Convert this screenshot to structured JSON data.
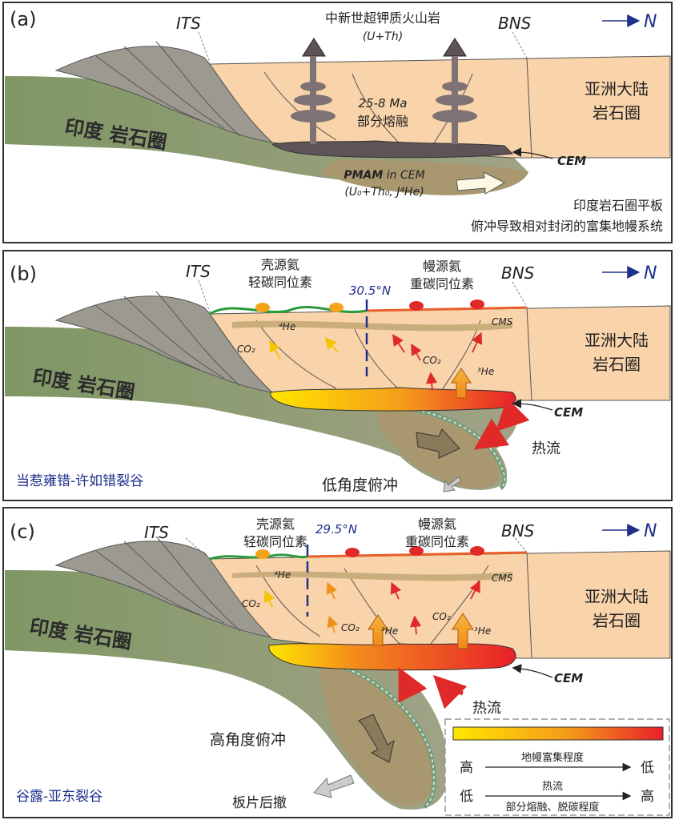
{
  "panels": [
    {
      "id": "a",
      "tag": "(a)",
      "its": "ITS",
      "bns": "BNS",
      "north": "N",
      "volcanic_title": "中新世超钾质火山岩",
      "volcanic_sub": "(U+Th)",
      "asia_1": "亚洲大陆",
      "asia_2": "岩石圈",
      "india": "印度 岩石圈",
      "melt_age": "25-8 Ma",
      "melt_label": "部分熔融",
      "cem": "CEM",
      "pmam_bold": "PMAM",
      "pmam_rest": " in CEM",
      "pmam_formula": "(U₀+Th₀, J⁴He)",
      "caption_1": "印度岩石圈平板",
      "caption_2": "俯冲导致相对封闭的富集地幔系统"
    },
    {
      "id": "b",
      "tag": "(b)",
      "its": "ITS",
      "bns": "BNS",
      "north": "N",
      "crust_1": "壳源氦",
      "crust_2": "轻碳同位素",
      "mantle_1": "幔源氦",
      "mantle_2": "重碳同位素",
      "latitude": "30.5°N",
      "he4": "⁴He",
      "he3": "³He",
      "co2_a": "CO₂",
      "co2_b": "CO₂",
      "cms": "CMS",
      "asia_1": "亚洲大陆",
      "asia_2": "岩石圈",
      "india": "印度 岩石圈",
      "cem": "CEM",
      "heat": "热流",
      "rift": "当惹雍错-许如错裂谷",
      "subduction": "低角度俯冲"
    },
    {
      "id": "c",
      "tag": "(c)",
      "its": "ITS",
      "bns": "BNS",
      "north": "N",
      "crust_1": "壳源氦",
      "crust_2": "轻碳同位素",
      "mantle_1": "幔源氦",
      "mantle_2": "重碳同位素",
      "latitude": "29.5°N",
      "he4": "⁴He",
      "he3_a": "³He",
      "he3_b": "³He",
      "co2_a": "CO₂",
      "co2_b": "CO₂",
      "co2_c": "CO₂",
      "cms": "CMS",
      "asia_1": "亚洲大陆",
      "asia_2": "岩石圈",
      "india": "印度 岩石圈",
      "cem": "CEM",
      "heat": "热流",
      "subduction": "高角度俯冲",
      "rift": "谷露-亚东裂谷",
      "rollback": "板片后撤"
    }
  ],
  "legend": {
    "row1_left": "高",
    "row1_label": "地幔富集程度",
    "row1_right": "低",
    "row2_left": "低",
    "row2_label_1": "热流",
    "row2_label_2": "部分熔融、脱碳程度",
    "row2_right": "高"
  },
  "colors": {
    "india_plate": "#8f9e6a",
    "asia_crust": "#f9d3a9",
    "accretion_wedge": "#9c9a90",
    "slab_tip": "#9b8a67",
    "cem_dark": "#5e5356",
    "cem_gradient_start": "#ffe600",
    "cem_gradient_end": "#e8202a",
    "north_arrow": "#1f2f8c",
    "latitude_line": "#1f2f8c",
    "crust_surface": "#2b9a3a",
    "mantle_surface": "#e8602a",
    "cms_band": "#c9ae7c"
  }
}
